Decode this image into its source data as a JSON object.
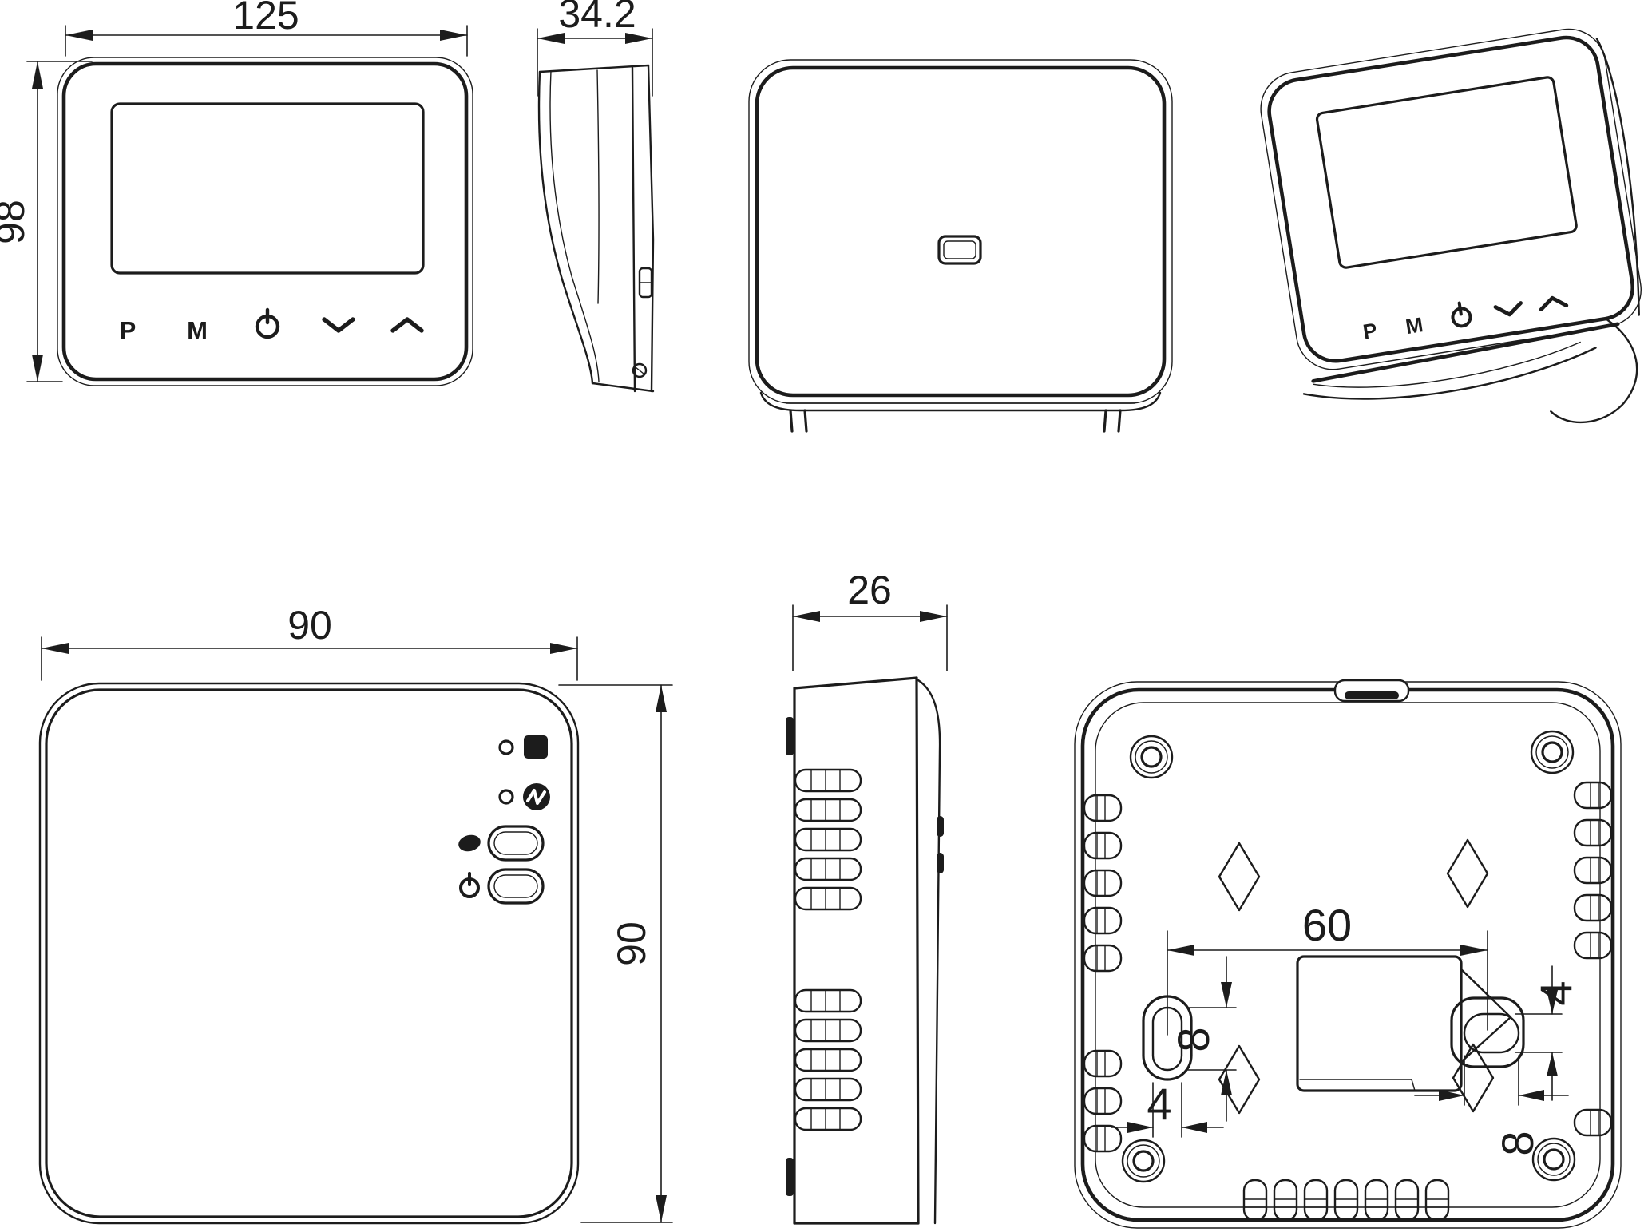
{
  "drawing": {
    "product": "wireless thermostat and receiver dimensional drawing",
    "units_style": "mm",
    "line_color": "#1c1c1c",
    "background_color": "#ffffff"
  },
  "views": {
    "thermostat_front": {
      "name": "thermostat front view",
      "width": "125",
      "height": "98",
      "buttons": {
        "program": "P",
        "mode": "M"
      }
    },
    "thermostat_side": {
      "name": "thermostat side view",
      "depth": "34.2"
    },
    "thermostat_back": {
      "name": "thermostat back view"
    },
    "thermostat_perspective": {
      "name": "thermostat perspective view",
      "buttons": {
        "program": "P",
        "mode": "M"
      }
    },
    "receiver_front": {
      "name": "receiver front view",
      "width": "90",
      "height": "90"
    },
    "receiver_side": {
      "name": "receiver side view",
      "depth": "26"
    },
    "receiver_back": {
      "name": "receiver back view",
      "hole_spacing": "60",
      "left_slot": {
        "height": "8",
        "width": "4"
      },
      "right_slot": {
        "height": "4",
        "width": "8"
      }
    }
  },
  "icons": {
    "power": "power symbol (circle with stem)",
    "down": "chevron-down",
    "up": "chevron-up",
    "heating_indicator": "filled square indicator",
    "rf_indicator": "filled circle with zigzag",
    "mode_button": "filled blob glyph",
    "power_button": "power symbol (circle with stem)"
  }
}
